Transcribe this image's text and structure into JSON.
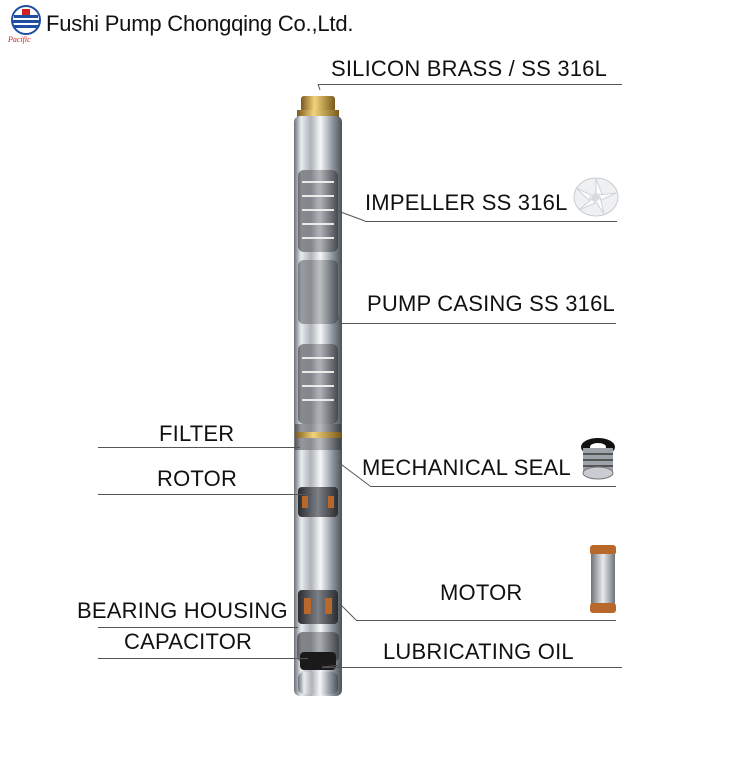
{
  "header": {
    "company_name": "Fushi Pump Chongqing Co.,Ltd.",
    "logo_text": "Pacific"
  },
  "labels": {
    "silicon_brass": "SILICON BRASS /  SS 316L",
    "impeller": "IMPELLER SS 316L",
    "pump_casing": "PUMP CASING SS 316L",
    "filter": "FILTER",
    "mechanical_seal": "MECHANICAL SEAL",
    "rotor": "ROTOR",
    "motor": "MOTOR",
    "bearing_housing": "BEARING HOUSING",
    "capacitor": "CAPACITOR",
    "lubricating_oil": "LUBRICATING OIL"
  },
  "colors": {
    "logo_blue": "#1f4fa3",
    "logo_red": "#d32020",
    "steel": "#c9ccd1",
    "brass": "#c9a24a",
    "copper": "#b8682a"
  }
}
